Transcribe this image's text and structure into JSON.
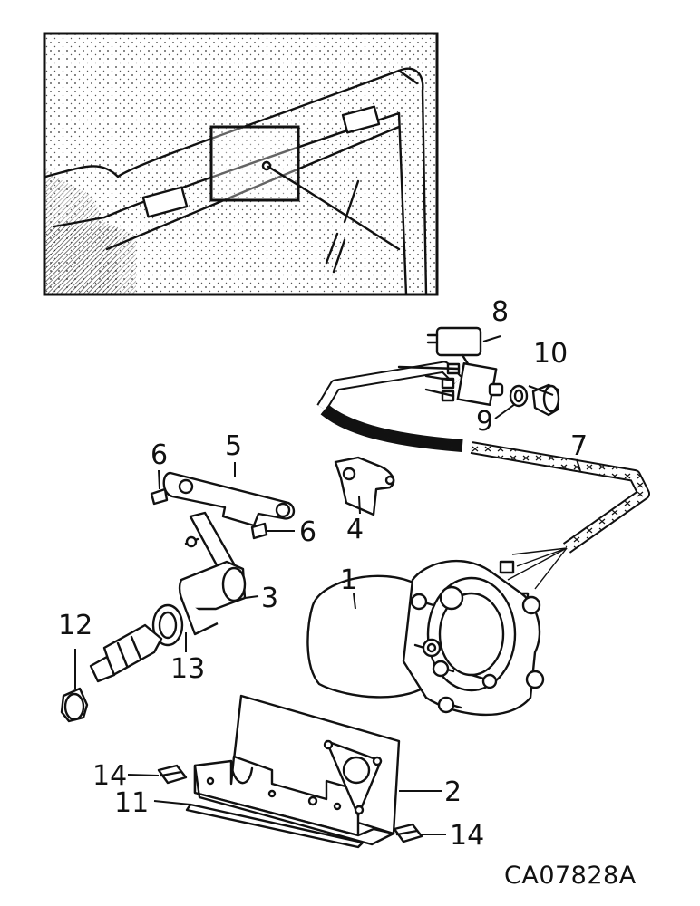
{
  "callouts": {
    "c1": "1",
    "c2": "2",
    "c3": "3",
    "c4": "4",
    "c5": "5",
    "c6a": "6",
    "c6b": "6",
    "c7": "7",
    "c8": "8",
    "c9": "9",
    "c10": "10",
    "c11": "11",
    "c12": "12",
    "c13": "13",
    "c14a": "14",
    "c14b": "14"
  },
  "drawing_code": "CA07828A"
}
